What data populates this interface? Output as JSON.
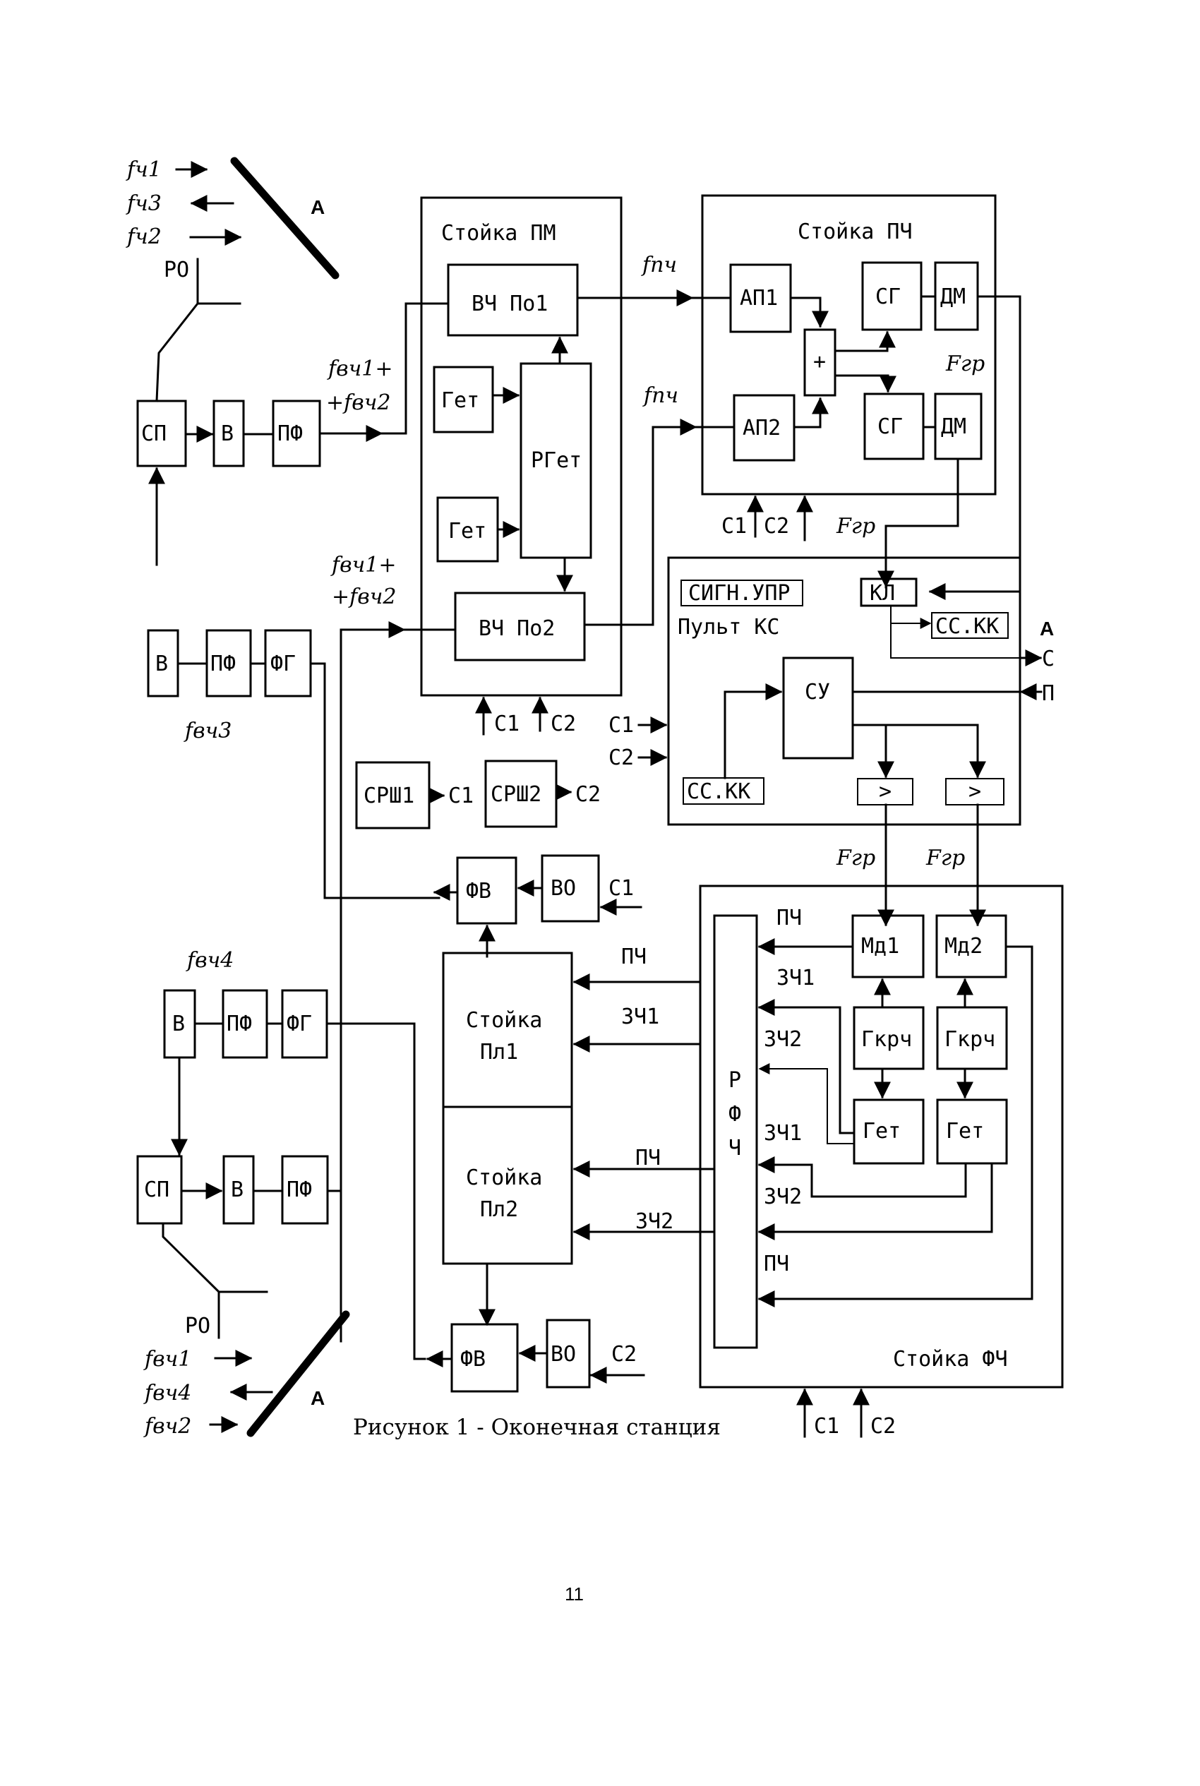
{
  "figure": {
    "caption": "Рисунок 1 - Оконечная станция",
    "page_number": "11"
  },
  "antenna_top": {
    "signals": [
      {
        "label": "fч1",
        "direction": "out"
      },
      {
        "label": "fч3",
        "direction": "in"
      },
      {
        "label": "fч2",
        "direction": "out"
      }
    ],
    "mark": "A",
    "mast_label": "РО"
  },
  "antenna_bottom": {
    "signals": [
      {
        "label": "fвч1",
        "direction": "out"
      },
      {
        "label": "fвч4",
        "direction": "in"
      },
      {
        "label": "fвч2",
        "direction": "out"
      }
    ],
    "mark": "A",
    "mast_label": "РО"
  },
  "left_chain_top": {
    "sp": "СП",
    "v": "В",
    "pf": "ПФ",
    "signal_label_line1": "fвч1+",
    "signal_label_line2": "+fвч2"
  },
  "left_chain_mid": {
    "v": "В",
    "pf": "ПФ",
    "fg": "ФГ",
    "freq_label": "fвч3",
    "signal_label_line1": "fвч1+",
    "signal_label_line2": "+fвч2"
  },
  "left_chain_low": {
    "freq_label": "fвч4",
    "v": "В",
    "pf": "ПФ",
    "fg": "ФГ",
    "sp": "СП",
    "v2": "В",
    "pf2": "ПФ"
  },
  "rack_pm": {
    "title": "Стойка ПМ",
    "blocks": {
      "vch_po1": "ВЧ По1",
      "get1": "Гет",
      "rget": "РГет",
      "get2": "Гет",
      "vch_po2": "ВЧ По2"
    },
    "inputs": [
      "С1",
      "С2"
    ]
  },
  "rack_pch": {
    "title": "Стойка ПЧ",
    "signal_in_1": "fпч",
    "signal_in_2": "fпч",
    "blocks": {
      "ap1": "АП1",
      "ap2": "АП2",
      "sum": "+",
      "sg1": "СГ",
      "dm1": "ДМ",
      "sg2": "СГ",
      "dm2": "ДМ"
    },
    "fgr_label": "Fгр",
    "inputs": [
      "С1",
      "С2"
    ],
    "fgr_out": "Fгр"
  },
  "console_ks": {
    "signal_box": "СИГН.УПР",
    "title": "Пульт КС",
    "kl": "КЛ",
    "ss_kk_top": "СС.КК",
    "ss_kk_bottom": "СС.КК",
    "su": "СУ",
    "cmp1": ">",
    "cmp2": ">",
    "inputs": [
      "С1",
      "С2"
    ],
    "right_mark": "A",
    "right_out": "С",
    "right_in": "П"
  },
  "sync": {
    "srsh1": "СРШ1",
    "srsh2": "СРШ2",
    "out1": "С1",
    "out2": "С2"
  },
  "fv_top": {
    "fv": "ФВ",
    "vo": "ВО",
    "input": "С1"
  },
  "fv_bottom": {
    "fv": "ФВ",
    "vo": "ВО",
    "input": "С2"
  },
  "rack_pl": {
    "pl1_line1": "Стойка",
    "pl1_line2": "Пл1",
    "pl2_line1": "Стойка",
    "pl2_line2": "Пл2",
    "links": [
      "ПЧ",
      "ЗЧ1",
      "ПЧ",
      "ЗЧ2"
    ]
  },
  "rack_fch": {
    "title": "Стойка ФЧ",
    "fgr_1": "Fгр",
    "fgr_2": "Fгр",
    "rfch": [
      "Р",
      "Ф",
      "Ч"
    ],
    "blocks": {
      "md1": "Мд1",
      "md2": "Мд2",
      "gkrch1": "Гкрч",
      "gkrch2": "Гкрч",
      "get1": "Гет",
      "get2": "Гет"
    },
    "inner_labels": [
      "ПЧ",
      "ЗЧ1",
      "ЗЧ2",
      "ЗЧ1",
      "ЗЧ2",
      "ПЧ"
    ],
    "inputs": [
      "С1",
      "С2"
    ]
  }
}
